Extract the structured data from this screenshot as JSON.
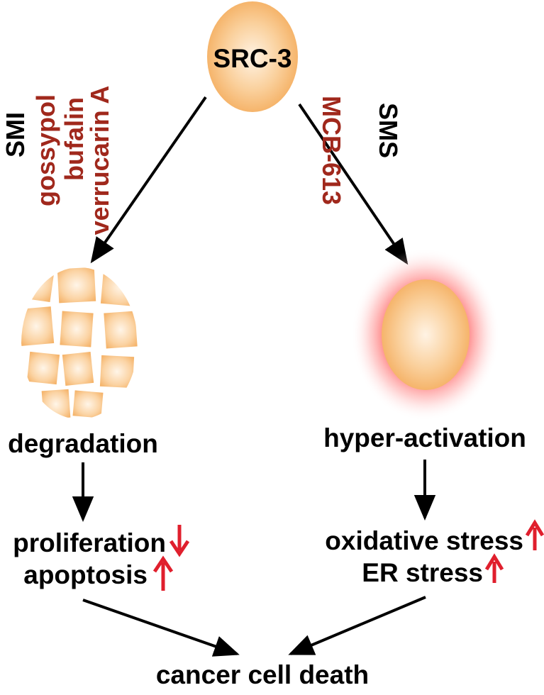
{
  "nodes": {
    "top": "SRC-3",
    "left_outcome": "degradation",
    "right_outcome": "hyper-activation",
    "final": "cancer cell death"
  },
  "left_branch": {
    "class_label": "SMI",
    "drugs": [
      "gossypol",
      "bufalin",
      "verrucarin A"
    ],
    "effects": [
      {
        "label": "proliferation",
        "direction": "down"
      },
      {
        "label": "apoptosis",
        "direction": "up"
      }
    ]
  },
  "right_branch": {
    "class_label": "SMS",
    "drugs": [
      "MCB-613"
    ],
    "effects": [
      {
        "label": "oxidative stress",
        "direction": "up"
      },
      {
        "label": "ER stress",
        "direction": "up"
      }
    ]
  },
  "colors": {
    "text": "#000000",
    "drug_text": "#a0281c",
    "arrow": "#000000",
    "effect_arrow": "#e01f2d",
    "protein_fill": "#f7b96c",
    "protein_highlight": "#fff3e4",
    "activation_glow": "#ff6d6d"
  }
}
